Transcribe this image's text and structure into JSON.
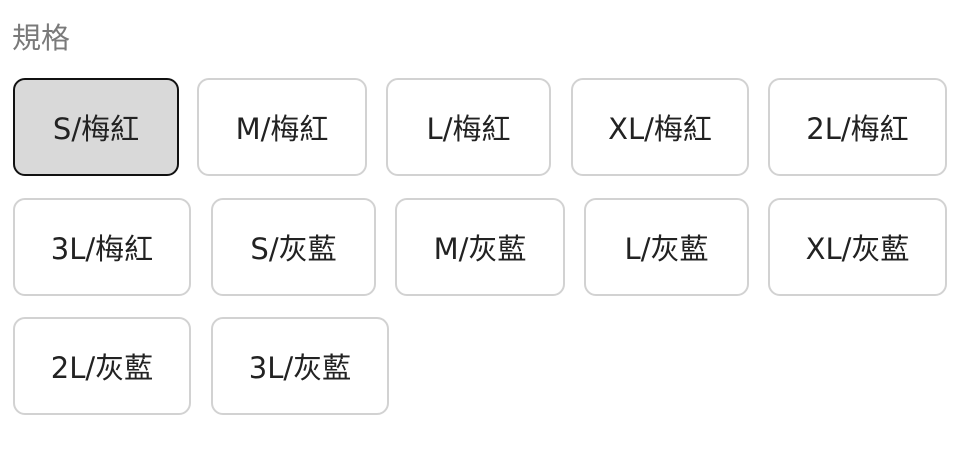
{
  "title": "規格",
  "selected_index": 0,
  "options": [
    {
      "label": "S/梅紅"
    },
    {
      "label": "M/梅紅"
    },
    {
      "label": "L/梅紅"
    },
    {
      "label": "XL/梅紅"
    },
    {
      "label": "2L/梅紅"
    },
    {
      "label": "3L/梅紅"
    },
    {
      "label": "S/灰藍"
    },
    {
      "label": "M/灰藍"
    },
    {
      "label": "L/灰藍"
    },
    {
      "label": "XL/灰藍"
    },
    {
      "label": "2L/灰藍"
    },
    {
      "label": "3L/灰藍"
    }
  ]
}
